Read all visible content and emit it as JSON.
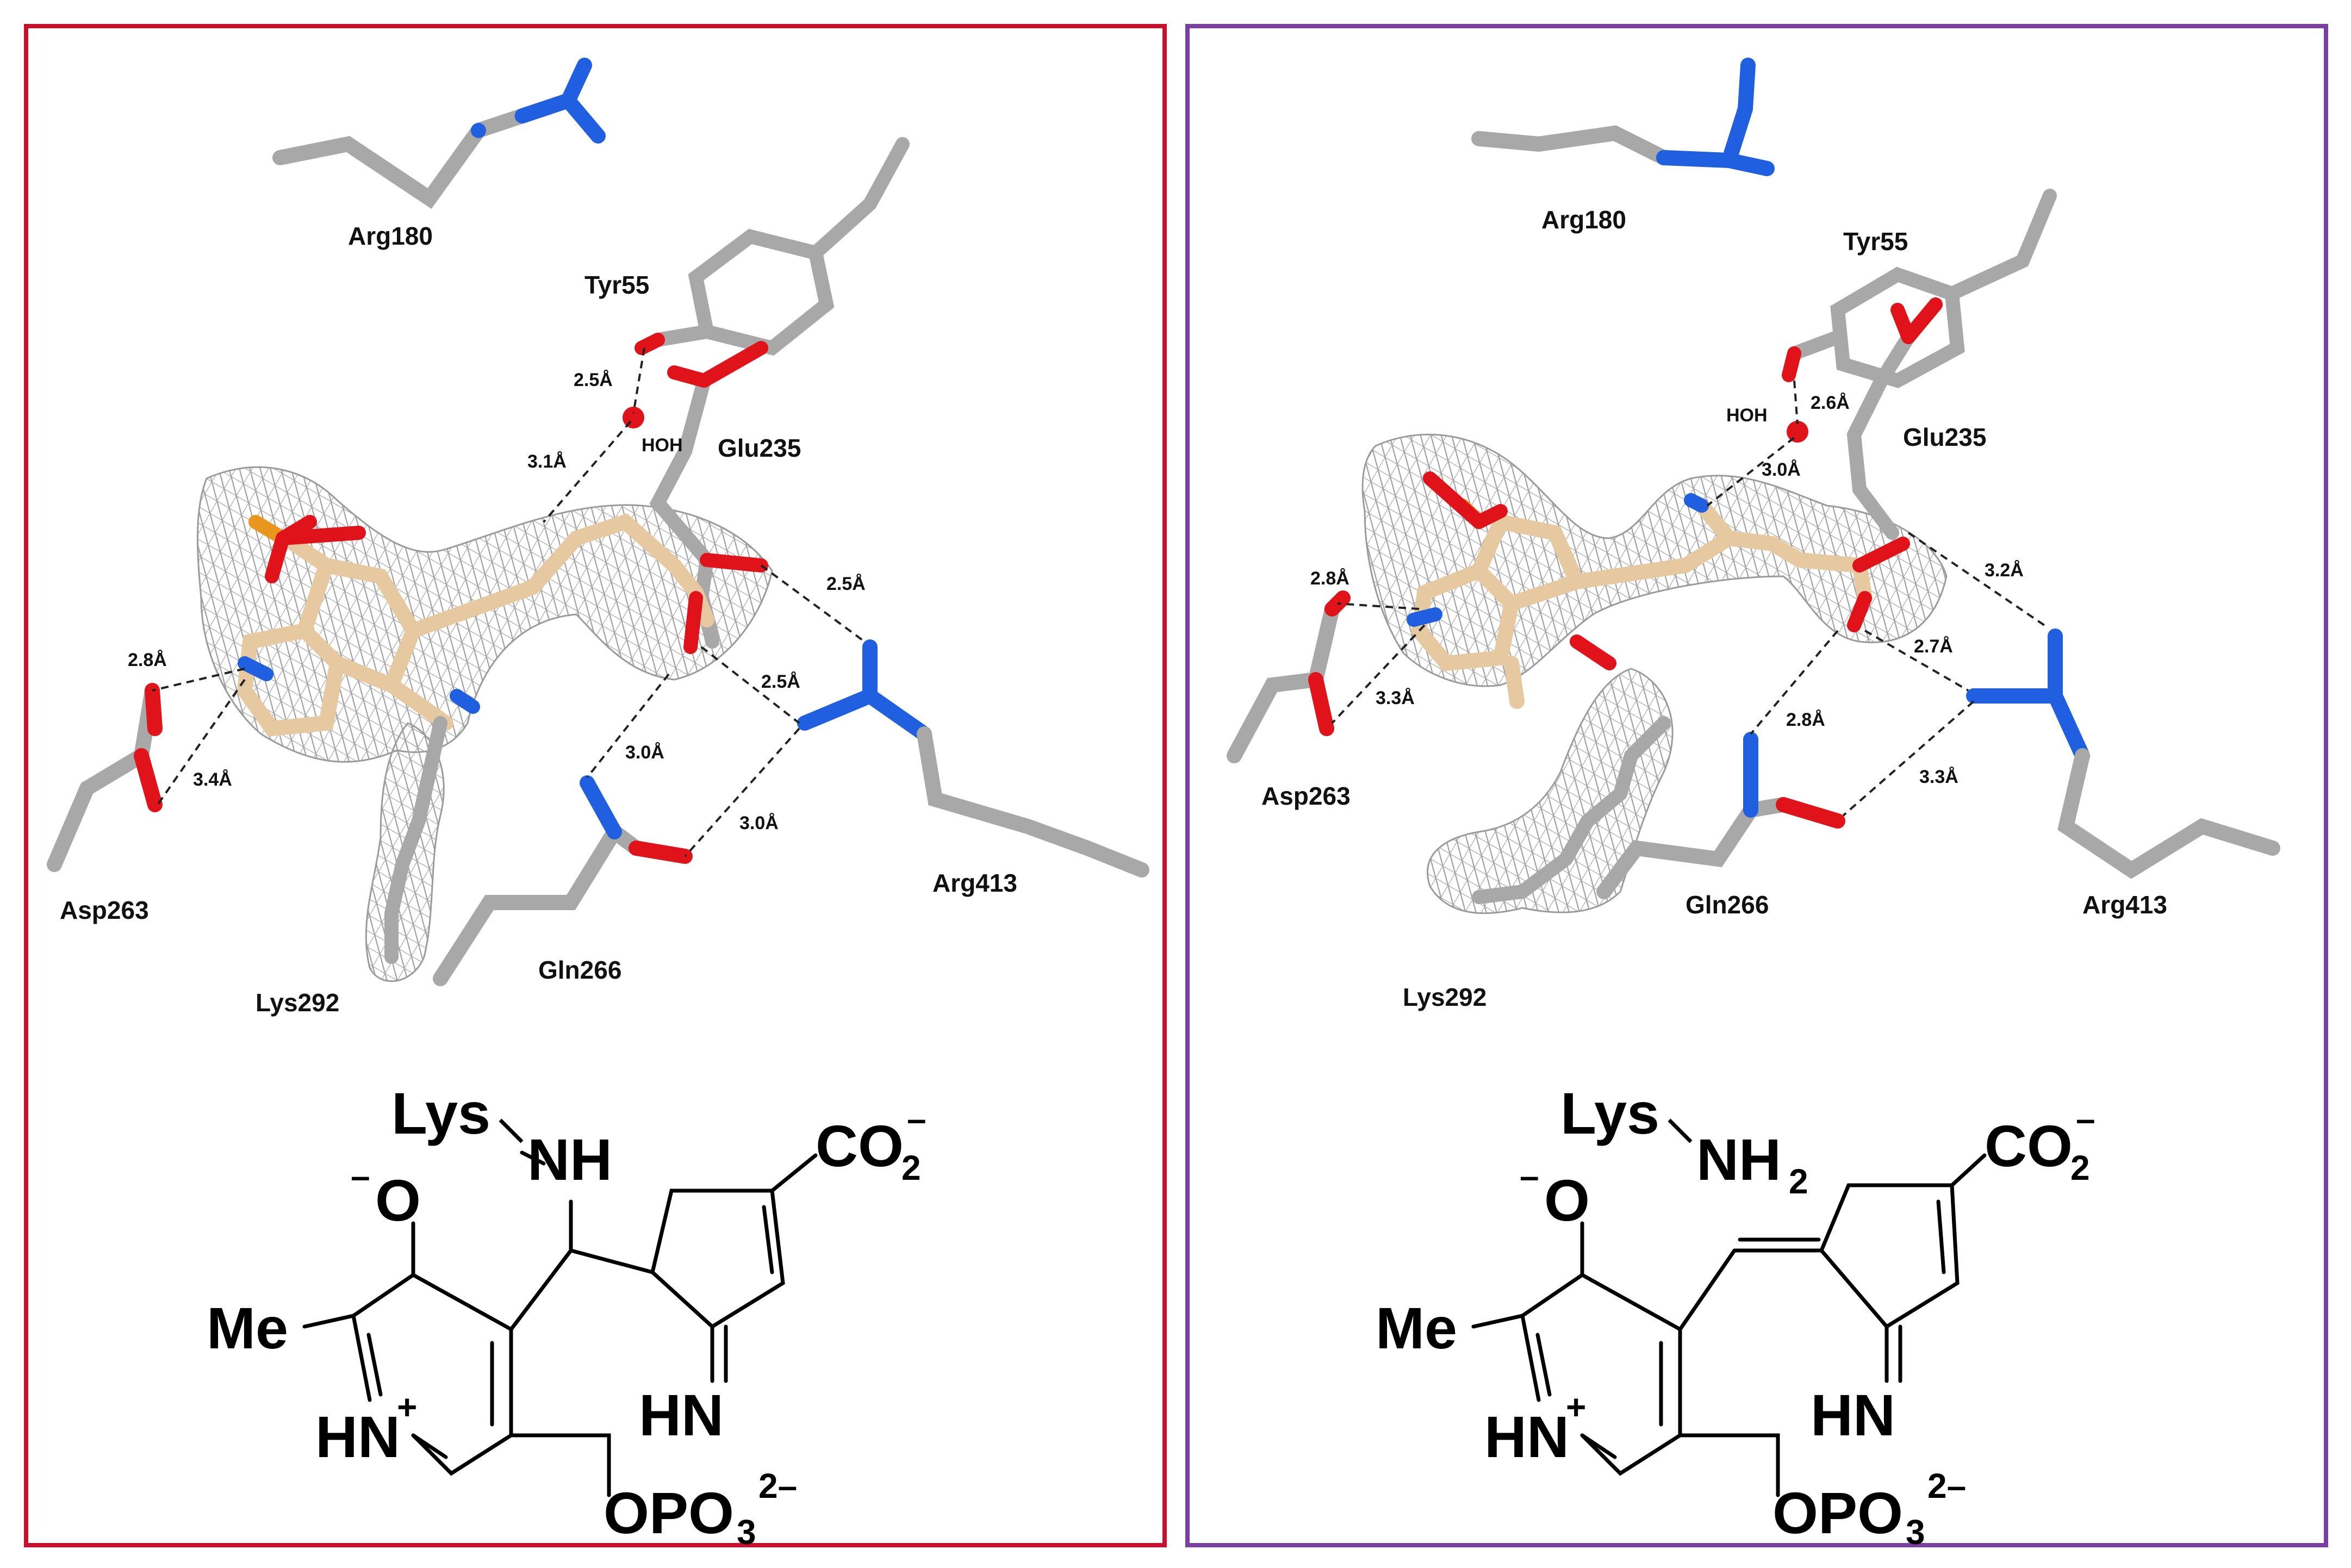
{
  "colors": {
    "left_frame": "#c8102e",
    "right_frame": "#7b3fa0",
    "carbon": "#a8a8a8",
    "ligand": "#e6c9a0",
    "nitrogen": "#1f5fe0",
    "oxygen": "#e0121a",
    "phosphorus": "#e8961e",
    "mesh": "#9a9a9a"
  },
  "left_panel": {
    "residues": {
      "arg180": "Arg180",
      "tyr55": "Tyr55",
      "glu235": "Glu235",
      "hoh": "HOH",
      "asp263": "Asp263",
      "lys292": "Lys292",
      "gln266": "Gln266",
      "arg413": "Arg413"
    },
    "distances": {
      "tyr_hoh": "2.5Å",
      "hoh_lig": "3.1Å",
      "asp_a": "2.8Å",
      "asp_b": "3.4Å",
      "glu_arg": "2.5Å",
      "carb_arg": "2.5Å",
      "gln_a": "3.0Å",
      "gln_b": "3.0Å"
    },
    "chem": {
      "lys": "Lys",
      "nh": "NH",
      "o_charge": "–",
      "o": "O",
      "co2": "CO",
      "co2_sub": "2",
      "co2_charge": "–",
      "me": "Me",
      "hn_plus": "HN",
      "plus": "+",
      "hn": "HN",
      "opo3": "OPO",
      "opo3_sub": "3",
      "opo3_charge": "2–"
    }
  },
  "right_panel": {
    "residues": {
      "arg180": "Arg180",
      "tyr55": "Tyr55",
      "glu235": "Glu235",
      "hoh": "HOH",
      "asp263": "Asp263",
      "lys292": "Lys292",
      "gln266": "Gln266",
      "arg413": "Arg413"
    },
    "distances": {
      "tyr_hoh": "2.6Å",
      "hoh_lig": "3.0Å",
      "asp_a": "2.8Å",
      "asp_b": "3.3Å",
      "glu_arg": "3.2Å",
      "carb_arg": "2.7Å",
      "gln_a": "2.8Å",
      "gln_b": "3.3Å"
    },
    "chem": {
      "lys": "Lys",
      "nh2": "NH",
      "nh2_sub": "2",
      "o_charge": "–",
      "o": "O",
      "co2": "CO",
      "co2_sub": "2",
      "co2_charge": "–",
      "me": "Me",
      "hn_plus": "HN",
      "plus": "+",
      "hn": "HN",
      "opo3": "OPO",
      "opo3_sub": "3",
      "opo3_charge": "2–"
    }
  }
}
